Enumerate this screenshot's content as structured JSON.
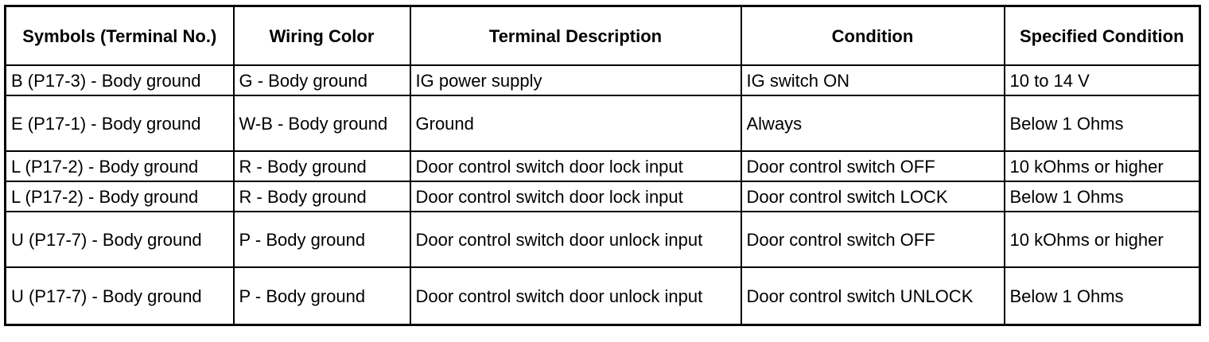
{
  "table": {
    "headers": [
      "Symbols (Terminal No.)",
      "Wiring Color",
      "Terminal Description",
      "Condition",
      "Specified Condition"
    ],
    "rows": [
      [
        "B (P17-3) - Body ground",
        "G - Body ground",
        "IG power supply",
        "IG switch ON",
        "10 to 14 V"
      ],
      [
        "E (P17-1) - Body ground",
        "W-B - Body ground",
        "Ground",
        "Always",
        "Below 1 Ohms"
      ],
      [
        "L (P17-2) - Body ground",
        "R - Body ground",
        "Door control switch door lock input",
        "Door control switch OFF",
        "10 kOhms or higher"
      ],
      [
        "L (P17-2) - Body ground",
        "R - Body ground",
        "Door control switch door lock input",
        "Door control switch LOCK",
        "Below 1 Ohms"
      ],
      [
        "U (P17-7) - Body ground",
        "P - Body ground",
        "Door control switch door unlock input",
        "Door control switch OFF",
        "10 kOhms or higher"
      ],
      [
        "U (P17-7) - Body ground",
        "P - Body ground",
        "Door control switch door unlock input",
        "Door control switch UNLOCK",
        "Below 1 Ohms"
      ]
    ]
  }
}
